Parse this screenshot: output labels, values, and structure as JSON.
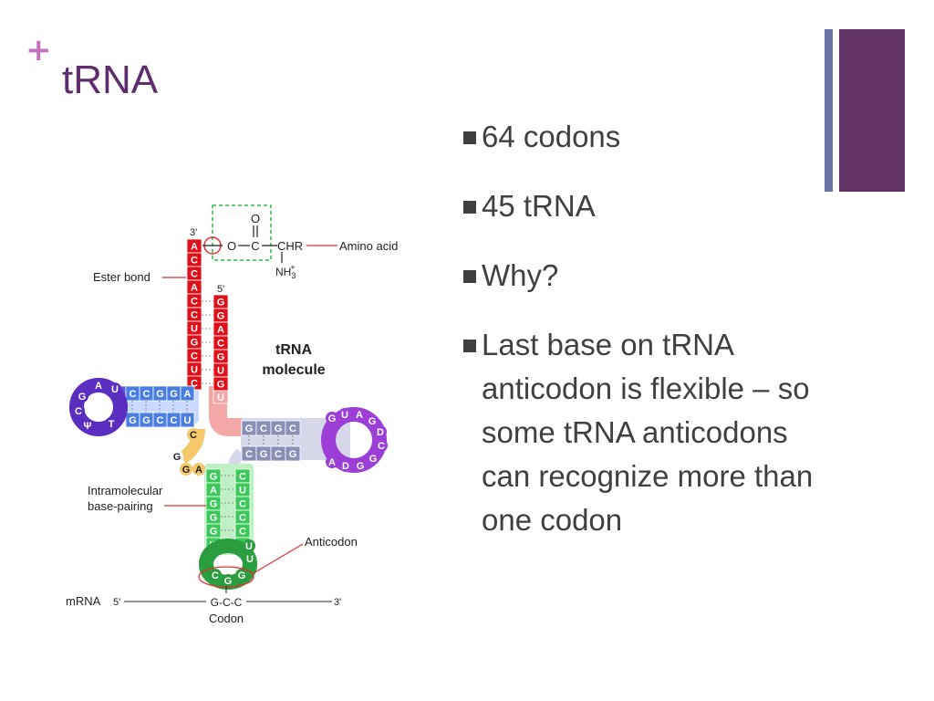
{
  "slide": {
    "plus_mark": "+",
    "title": "tRNA",
    "accent_colors": {
      "title": "#5e2d6b",
      "plus": "#c770c0",
      "bar_thin": "#6a74a6",
      "bar_thick": "#633265"
    },
    "bullets": [
      {
        "text": "64 codons"
      },
      {
        "text": "45 tRNA"
      },
      {
        "text": "Why?"
      },
      {
        "text": "Last base on tRNA anticodon is flexible – so some tRNA anticodons can recognize more than one codon"
      }
    ]
  },
  "diagram": {
    "title_line1": "tRNA",
    "title_line2": "molecule",
    "label_3prime_top": "3'",
    "label_5prime_top": "5'",
    "ester_bond": "Ester bond",
    "carbonyl_o": "O",
    "chain_o": "O",
    "chain_c": "C",
    "chr": "CHR",
    "amino_acid": "Amino acid",
    "nh3": "NH",
    "nh3_sub": "3",
    "nh3_sup": "+",
    "intramolecular_1": "Intramolecular",
    "intramolecular_2": "base-pairing",
    "anticodon": "Anticodon",
    "mrna": "mRNA",
    "mrna_5": "5'",
    "mrna_3": "3'",
    "codon_seq": "G-C-C",
    "codon_label": "Codon",
    "acceptor_left": [
      "A",
      "C",
      "C",
      "A",
      "C",
      "C",
      "U",
      "G",
      "C",
      "U",
      "C"
    ],
    "acceptor_right": [
      "G",
      "G",
      "A",
      "C",
      "G",
      "U",
      "G"
    ],
    "acceptor_u": "U",
    "d_arm_top": [
      "U",
      "C",
      "C",
      "G",
      "G",
      "A"
    ],
    "d_arm_bottom": [
      "G",
      "G",
      "C",
      "C",
      "U"
    ],
    "d_loop": [
      "A",
      "U",
      "G",
      "C",
      "Ψ",
      "T"
    ],
    "t_arm_top": [
      "G",
      "C",
      "G",
      "C"
    ],
    "t_arm_bottom": [
      "C",
      "G",
      "C",
      "G"
    ],
    "t_loop": [
      "G",
      "U",
      "A",
      "G",
      "D",
      "C",
      "G",
      "G",
      "D",
      "A"
    ],
    "variable": [
      "C",
      "G",
      "G",
      "A"
    ],
    "anticodon_left": [
      "G",
      "A",
      "G",
      "G",
      "G",
      "Ψ"
    ],
    "anticodon_right": [
      "C",
      "U",
      "C",
      "C",
      "C",
      "U"
    ],
    "anticodon_loop": [
      "C",
      "G",
      "G",
      "U",
      "U"
    ]
  }
}
